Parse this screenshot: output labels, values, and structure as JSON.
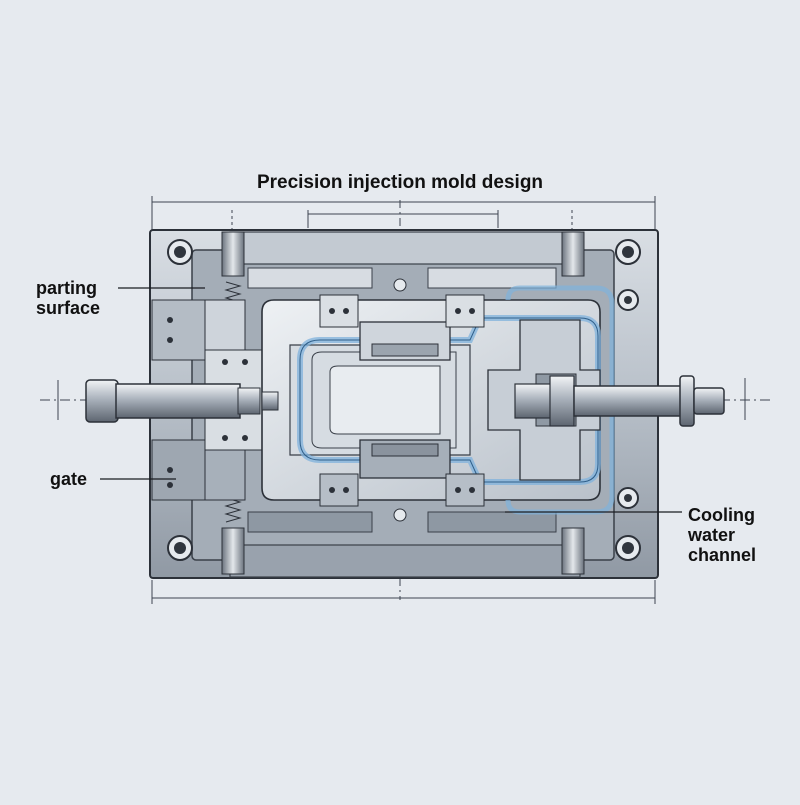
{
  "title": "Precision injection mold design",
  "labels": {
    "parting_surface": [
      "parting",
      "surface"
    ],
    "gate": "gate",
    "cooling_water_channel": [
      "Cooling",
      "water",
      "channel"
    ]
  },
  "colors": {
    "background": "#e6eaef",
    "steel_light": "#c9d0d8",
    "steel_mid": "#9aa4af",
    "steel_dark": "#4d5560",
    "outline": "#2c3139",
    "cooling_channel": "#7fb2dc",
    "dimension_line": "#3d4450"
  }
}
